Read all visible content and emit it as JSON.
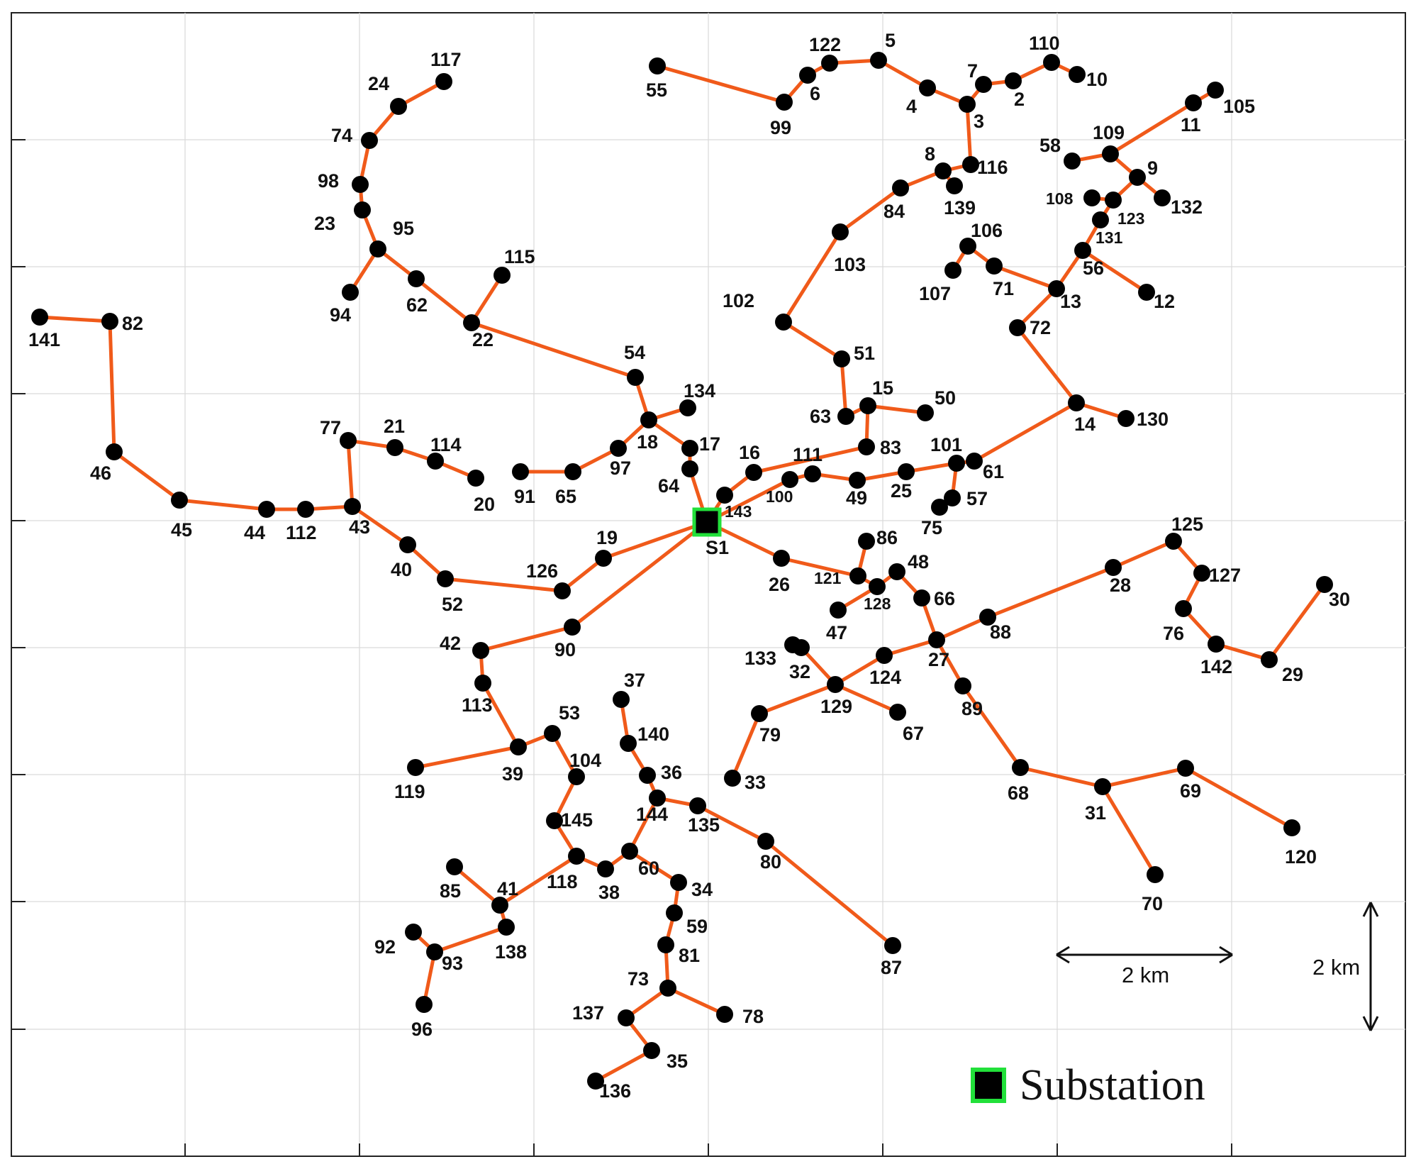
{
  "colors": {
    "line": "#f05a1a",
    "node": "#000000",
    "substation_fill": "#000000",
    "substation_border": "#22e03a",
    "grid": "#d9d9d9",
    "frame": "#222222"
  },
  "scale": {
    "horizontal_label": "2 km",
    "vertical_label": "2 km"
  },
  "legend": {
    "label": "Substation"
  },
  "substation": {
    "id": "S1",
    "label": "S1"
  },
  "nodes": [
    {
      "id": "141",
      "label": "141"
    },
    {
      "id": "82",
      "label": "82"
    },
    {
      "id": "46",
      "label": "46"
    },
    {
      "id": "45",
      "label": "45"
    },
    {
      "id": "44",
      "label": "44"
    },
    {
      "id": "112",
      "label": "112"
    },
    {
      "id": "43",
      "label": "43"
    },
    {
      "id": "77",
      "label": "77"
    },
    {
      "id": "21",
      "label": "21"
    },
    {
      "id": "114",
      "label": "114"
    },
    {
      "id": "20",
      "label": "20"
    },
    {
      "id": "40",
      "label": "40"
    },
    {
      "id": "52",
      "label": "52"
    },
    {
      "id": "126",
      "label": "126"
    },
    {
      "id": "19",
      "label": "19"
    },
    {
      "id": "117",
      "label": "117"
    },
    {
      "id": "24",
      "label": "24"
    },
    {
      "id": "74",
      "label": "74"
    },
    {
      "id": "98",
      "label": "98"
    },
    {
      "id": "23",
      "label": "23"
    },
    {
      "id": "95",
      "label": "95"
    },
    {
      "id": "94",
      "label": "94"
    },
    {
      "id": "62",
      "label": "62"
    },
    {
      "id": "22",
      "label": "22"
    },
    {
      "id": "115",
      "label": "115"
    },
    {
      "id": "54",
      "label": "54"
    },
    {
      "id": "18",
      "label": "18"
    },
    {
      "id": "134",
      "label": "134"
    },
    {
      "id": "17",
      "label": "17"
    },
    {
      "id": "64",
      "label": "64"
    },
    {
      "id": "97",
      "label": "97"
    },
    {
      "id": "65",
      "label": "65"
    },
    {
      "id": "91",
      "label": "91"
    },
    {
      "id": "143",
      "label": "143"
    },
    {
      "id": "16",
      "label": "16"
    },
    {
      "id": "83",
      "label": "83"
    },
    {
      "id": "100",
      "label": "100"
    },
    {
      "id": "111",
      "label": "111"
    },
    {
      "id": "49",
      "label": "49"
    },
    {
      "id": "25",
      "label": "25"
    },
    {
      "id": "101",
      "label": "101"
    },
    {
      "id": "61",
      "label": "61"
    },
    {
      "id": "57",
      "label": "57"
    },
    {
      "id": "75",
      "label": "75"
    },
    {
      "id": "14",
      "label": "14"
    },
    {
      "id": "130",
      "label": "130"
    },
    {
      "id": "72",
      "label": "72"
    },
    {
      "id": "13",
      "label": "13"
    },
    {
      "id": "71",
      "label": "71"
    },
    {
      "id": "106",
      "label": "106"
    },
    {
      "id": "107",
      "label": "107"
    },
    {
      "id": "56",
      "label": "56"
    },
    {
      "id": "12",
      "label": "12"
    },
    {
      "id": "131",
      "label": "131"
    },
    {
      "id": "123",
      "label": "123"
    },
    {
      "id": "108",
      "label": "108"
    },
    {
      "id": "9",
      "label": "9"
    },
    {
      "id": "132",
      "label": "132"
    },
    {
      "id": "109",
      "label": "109"
    },
    {
      "id": "58",
      "label": "58"
    },
    {
      "id": "11",
      "label": "11"
    },
    {
      "id": "105",
      "label": "105"
    },
    {
      "id": "63",
      "label": "63"
    },
    {
      "id": "15",
      "label": "15"
    },
    {
      "id": "50",
      "label": "50"
    },
    {
      "id": "51",
      "label": "51"
    },
    {
      "id": "102",
      "label": "102"
    },
    {
      "id": "103",
      "label": "103"
    },
    {
      "id": "84",
      "label": "84"
    },
    {
      "id": "8",
      "label": "8"
    },
    {
      "id": "139",
      "label": "139"
    },
    {
      "id": "116",
      "label": "116"
    },
    {
      "id": "3",
      "label": "3"
    },
    {
      "id": "4",
      "label": "4"
    },
    {
      "id": "5",
      "label": "5"
    },
    {
      "id": "122",
      "label": "122"
    },
    {
      "id": "6",
      "label": "6"
    },
    {
      "id": "99",
      "label": "99"
    },
    {
      "id": "55",
      "label": "55"
    },
    {
      "id": "7",
      "label": "7"
    },
    {
      "id": "2",
      "label": "2"
    },
    {
      "id": "110",
      "label": "110"
    },
    {
      "id": "10",
      "label": "10"
    },
    {
      "id": "26",
      "label": "26"
    },
    {
      "id": "121",
      "label": "121"
    },
    {
      "id": "86",
      "label": "86"
    },
    {
      "id": "128",
      "label": "128"
    },
    {
      "id": "47",
      "label": "47"
    },
    {
      "id": "48",
      "label": "48"
    },
    {
      "id": "66",
      "label": "66"
    },
    {
      "id": "27",
      "label": "27"
    },
    {
      "id": "88",
      "label": "88"
    },
    {
      "id": "28",
      "label": "28"
    },
    {
      "id": "125",
      "label": "125"
    },
    {
      "id": "127",
      "label": "127"
    },
    {
      "id": "76",
      "label": "76"
    },
    {
      "id": "142",
      "label": "142"
    },
    {
      "id": "29",
      "label": "29"
    },
    {
      "id": "30",
      "label": "30"
    },
    {
      "id": "124",
      "label": "124"
    },
    {
      "id": "129",
      "label": "129"
    },
    {
      "id": "32",
      "label": "32"
    },
    {
      "id": "133",
      "label": "133"
    },
    {
      "id": "67",
      "label": "67"
    },
    {
      "id": "79",
      "label": "79"
    },
    {
      "id": "33",
      "label": "33"
    },
    {
      "id": "89",
      "label": "89"
    },
    {
      "id": "68",
      "label": "68"
    },
    {
      "id": "31",
      "label": "31"
    },
    {
      "id": "69",
      "label": "69"
    },
    {
      "id": "120",
      "label": "120"
    },
    {
      "id": "70",
      "label": "70"
    },
    {
      "id": "90",
      "label": "90"
    },
    {
      "id": "42",
      "label": "42"
    },
    {
      "id": "113",
      "label": "113"
    },
    {
      "id": "39",
      "label": "39"
    },
    {
      "id": "119",
      "label": "119"
    },
    {
      "id": "53",
      "label": "53"
    },
    {
      "id": "104",
      "label": "104"
    },
    {
      "id": "145",
      "label": "145"
    },
    {
      "id": "118",
      "label": "118"
    },
    {
      "id": "41",
      "label": "41"
    },
    {
      "id": "85",
      "label": "85"
    },
    {
      "id": "138",
      "label": "138"
    },
    {
      "id": "93",
      "label": "93"
    },
    {
      "id": "92",
      "label": "92"
    },
    {
      "id": "96",
      "label": "96"
    },
    {
      "id": "38",
      "label": "38"
    },
    {
      "id": "60",
      "label": "60"
    },
    {
      "id": "144",
      "label": "144"
    },
    {
      "id": "36",
      "label": "36"
    },
    {
      "id": "140",
      "label": "140"
    },
    {
      "id": "37",
      "label": "37"
    },
    {
      "id": "135",
      "label": "135"
    },
    {
      "id": "80",
      "label": "80"
    },
    {
      "id": "87",
      "label": "87"
    },
    {
      "id": "34",
      "label": "34"
    },
    {
      "id": "59",
      "label": "59"
    },
    {
      "id": "81",
      "label": "81"
    },
    {
      "id": "73",
      "label": "73"
    },
    {
      "id": "78",
      "label": "78"
    },
    {
      "id": "137",
      "label": "137"
    },
    {
      "id": "35",
      "label": "35"
    },
    {
      "id": "136",
      "label": "136"
    }
  ],
  "edges": [
    [
      "141",
      "82"
    ],
    [
      "82",
      "46"
    ],
    [
      "46",
      "45"
    ],
    [
      "45",
      "44"
    ],
    [
      "44",
      "112"
    ],
    [
      "112",
      "43"
    ],
    [
      "43",
      "77"
    ],
    [
      "77",
      "21"
    ],
    [
      "21",
      "114"
    ],
    [
      "114",
      "20"
    ],
    [
      "43",
      "40"
    ],
    [
      "40",
      "52"
    ],
    [
      "52",
      "126"
    ],
    [
      "126",
      "19"
    ],
    [
      "19",
      "S1"
    ],
    [
      "117",
      "24"
    ],
    [
      "24",
      "74"
    ],
    [
      "74",
      "98"
    ],
    [
      "98",
      "23"
    ],
    [
      "23",
      "95"
    ],
    [
      "95",
      "94"
    ],
    [
      "95",
      "62"
    ],
    [
      "62",
      "22"
    ],
    [
      "22",
      "115"
    ],
    [
      "22",
      "54"
    ],
    [
      "54",
      "18"
    ],
    [
      "18",
      "134"
    ],
    [
      "18",
      "17"
    ],
    [
      "17",
      "64"
    ],
    [
      "64",
      "S1"
    ],
    [
      "18",
      "97"
    ],
    [
      "97",
      "65"
    ],
    [
      "65",
      "91"
    ],
    [
      "S1",
      "143"
    ],
    [
      "143",
      "16"
    ],
    [
      "16",
      "83"
    ],
    [
      "83",
      "15"
    ],
    [
      "15",
      "63"
    ],
    [
      "15",
      "50"
    ],
    [
      "63",
      "51"
    ],
    [
      "51",
      "102"
    ],
    [
      "102",
      "103"
    ],
    [
      "103",
      "84"
    ],
    [
      "84",
      "8"
    ],
    [
      "8",
      "139"
    ],
    [
      "8",
      "116"
    ],
    [
      "116",
      "3"
    ],
    [
      "3",
      "4"
    ],
    [
      "4",
      "5"
    ],
    [
      "5",
      "122"
    ],
    [
      "122",
      "6"
    ],
    [
      "6",
      "99"
    ],
    [
      "99",
      "55"
    ],
    [
      "3",
      "7"
    ],
    [
      "7",
      "2"
    ],
    [
      "2",
      "110"
    ],
    [
      "110",
      "10"
    ],
    [
      "S1",
      "100"
    ],
    [
      "100",
      "111"
    ],
    [
      "111",
      "49"
    ],
    [
      "49",
      "25"
    ],
    [
      "25",
      "101"
    ],
    [
      "101",
      "61"
    ],
    [
      "101",
      "57"
    ],
    [
      "57",
      "75"
    ],
    [
      "61",
      "14"
    ],
    [
      "14",
      "130"
    ],
    [
      "14",
      "72"
    ],
    [
      "72",
      "13"
    ],
    [
      "13",
      "71"
    ],
    [
      "71",
      "106"
    ],
    [
      "106",
      "107"
    ],
    [
      "13",
      "56"
    ],
    [
      "56",
      "12"
    ],
    [
      "56",
      "131"
    ],
    [
      "131",
      "123"
    ],
    [
      "123",
      "108"
    ],
    [
      "123",
      "9"
    ],
    [
      "9",
      "132"
    ],
    [
      "9",
      "109"
    ],
    [
      "109",
      "58"
    ],
    [
      "109",
      "11"
    ],
    [
      "11",
      "105"
    ],
    [
      "S1",
      "26"
    ],
    [
      "26",
      "121"
    ],
    [
      "121",
      "86"
    ],
    [
      "121",
      "128"
    ],
    [
      "128",
      "47"
    ],
    [
      "128",
      "48"
    ],
    [
      "48",
      "66"
    ],
    [
      "66",
      "27"
    ],
    [
      "27",
      "88"
    ],
    [
      "88",
      "28"
    ],
    [
      "28",
      "125"
    ],
    [
      "125",
      "127"
    ],
    [
      "127",
      "76"
    ],
    [
      "76",
      "142"
    ],
    [
      "142",
      "29"
    ],
    [
      "29",
      "30"
    ],
    [
      "27",
      "124"
    ],
    [
      "124",
      "129"
    ],
    [
      "129",
      "32"
    ],
    [
      "32",
      "133"
    ],
    [
      "129",
      "67"
    ],
    [
      "129",
      "79"
    ],
    [
      "79",
      "33"
    ],
    [
      "27",
      "89"
    ],
    [
      "89",
      "68"
    ],
    [
      "68",
      "31"
    ],
    [
      "31",
      "69"
    ],
    [
      "69",
      "120"
    ],
    [
      "31",
      "70"
    ],
    [
      "S1",
      "90"
    ],
    [
      "90",
      "42"
    ],
    [
      "42",
      "113"
    ],
    [
      "113",
      "39"
    ],
    [
      "39",
      "119"
    ],
    [
      "39",
      "53"
    ],
    [
      "53",
      "104"
    ],
    [
      "104",
      "145"
    ],
    [
      "145",
      "118"
    ],
    [
      "118",
      "41"
    ],
    [
      "41",
      "85"
    ],
    [
      "41",
      "138"
    ],
    [
      "138",
      "93"
    ],
    [
      "93",
      "92"
    ],
    [
      "93",
      "96"
    ],
    [
      "118",
      "38"
    ],
    [
      "38",
      "60"
    ],
    [
      "60",
      "144"
    ],
    [
      "144",
      "36"
    ],
    [
      "36",
      "140"
    ],
    [
      "140",
      "37"
    ],
    [
      "144",
      "135"
    ],
    [
      "135",
      "80"
    ],
    [
      "80",
      "87"
    ],
    [
      "60",
      "34"
    ],
    [
      "34",
      "59"
    ],
    [
      "59",
      "81"
    ],
    [
      "81",
      "73"
    ],
    [
      "73",
      "78"
    ],
    [
      "73",
      "137"
    ],
    [
      "137",
      "35"
    ],
    [
      "35",
      "136"
    ]
  ]
}
